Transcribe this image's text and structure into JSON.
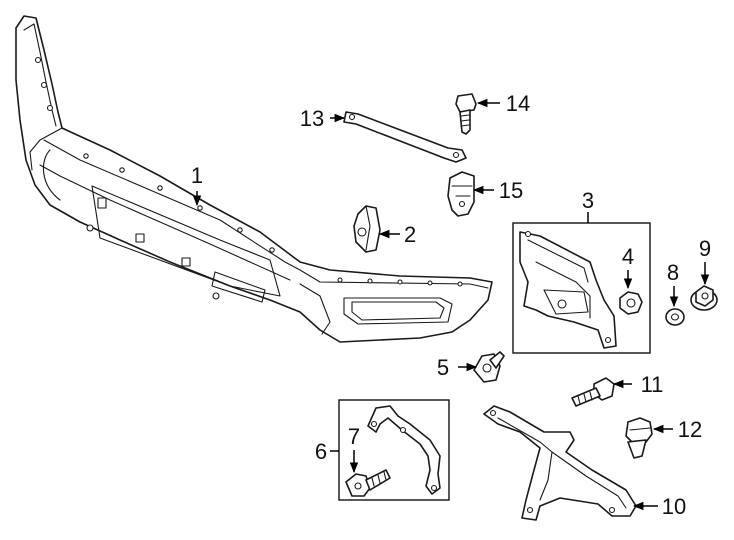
{
  "callouts": [
    {
      "id": "c1",
      "label": "1",
      "part": "front-bumper-cover"
    },
    {
      "id": "c2",
      "label": "2",
      "part": "bracket-clip"
    },
    {
      "id": "c3",
      "label": "3",
      "part": "bracket-assembly-group"
    },
    {
      "id": "c4",
      "label": "4",
      "part": "nut"
    },
    {
      "id": "c5",
      "label": "5",
      "part": "bolt"
    },
    {
      "id": "c6",
      "label": "6",
      "part": "bracket-group"
    },
    {
      "id": "c7",
      "label": "7",
      "part": "bolt"
    },
    {
      "id": "c8",
      "label": "8",
      "part": "washer"
    },
    {
      "id": "c9",
      "label": "9",
      "part": "flange-nut"
    },
    {
      "id": "c10",
      "label": "10",
      "part": "support-bracket"
    },
    {
      "id": "c11",
      "label": "11",
      "part": "bolt"
    },
    {
      "id": "c12",
      "label": "12",
      "part": "push-pin-clip"
    },
    {
      "id": "c13",
      "label": "13",
      "part": "brace-strap"
    },
    {
      "id": "c14",
      "label": "14",
      "part": "bolt"
    },
    {
      "id": "c15",
      "label": "15",
      "part": "clip"
    }
  ],
  "colors": {
    "line": "#1a1a1a",
    "background": "#ffffff",
    "text": "#111111"
  }
}
